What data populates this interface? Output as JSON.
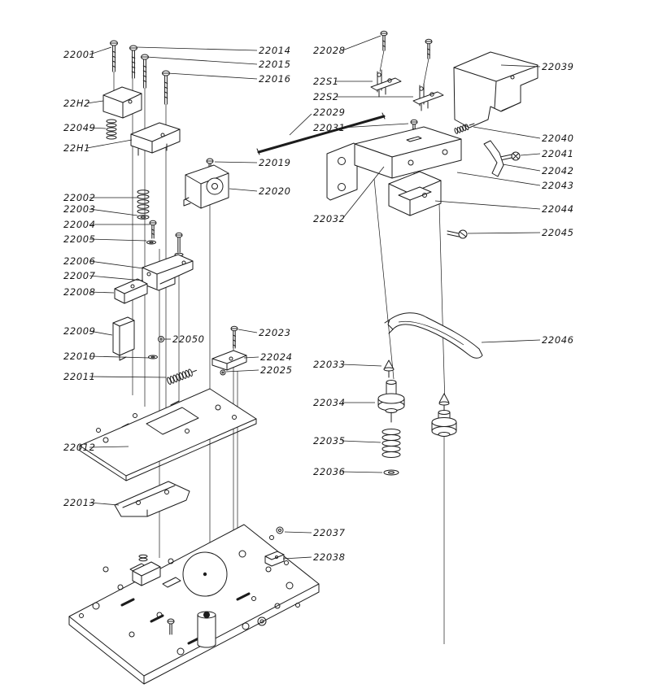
{
  "diagram": {
    "kind": "exploded-parts-diagram",
    "colors": {
      "background": "#ffffff",
      "ink": "#1c1c1c"
    },
    "labels": {
      "22001": "22001",
      "22H2": "22H2",
      "22049": "22049",
      "22H1": "22H1",
      "22002": "22002",
      "22003": "22003",
      "22004": "22004",
      "22005": "22005",
      "22006": "22006",
      "22007": "22007",
      "22008": "22008",
      "22009": "22009",
      "22010": "22010",
      "22011": "22011",
      "22012": "22012",
      "22013": "22013",
      "22014": "22014",
      "22015": "22015",
      "22016": "22016",
      "22019": "22019",
      "22020": "22020",
      "22050": "22050",
      "22023": "22023",
      "22024": "22024",
      "22025": "22025",
      "22028": "22028",
      "22S1": "22S1",
      "22S2": "22S2",
      "22029": "22029",
      "22031": "22031",
      "22032": "22032",
      "22033": "22033",
      "22034": "22034",
      "22035": "22035",
      "22036": "22036",
      "22037": "22037",
      "22038": "22038",
      "22039": "22039",
      "22040": "22040",
      "22041": "22041",
      "22042": "22042",
      "22043": "22043",
      "22044": "22044",
      "22045": "22045",
      "22046": "22046"
    }
  }
}
